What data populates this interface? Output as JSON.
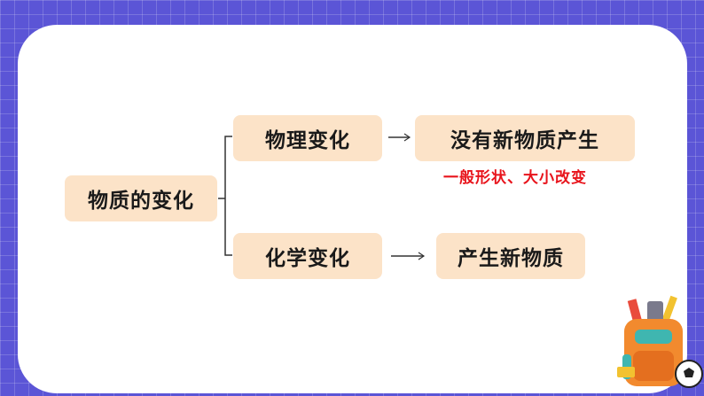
{
  "diagram": {
    "root": "物质的变化",
    "physical": {
      "label": "物理变化",
      "result": "没有新物质产生",
      "note": "一般形状、大小改变"
    },
    "chemical": {
      "label": "化学变化",
      "result": "产生新物质"
    }
  },
  "colors": {
    "background": "#5b55d6",
    "node_fill": "#fce3c8",
    "note_text": "#e8131b"
  },
  "icons": [
    "school-backpack-icon",
    "soccer-ball-icon"
  ]
}
